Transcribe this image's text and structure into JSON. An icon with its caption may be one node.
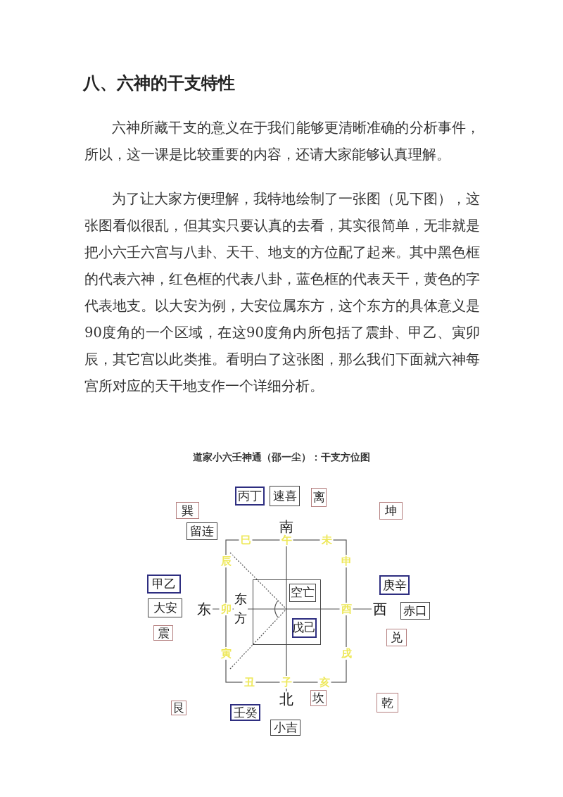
{
  "diagram": {
    "title": "八、六神的干支特性",
    "caption": "道家小六壬神通（邵一尘）：干支方位图",
    "nodes": [
      {
        "text": [
          "丙丁"
        ]
      },
      {
        "text": [
          "速喜"
        ]
      },
      {
        "text": [
          "离"
        ]
      },
      {
        "text": [
          "巽"
        ]
      },
      {
        "text": [
          "坤"
        ]
      },
      {
        "text": [
          "留连"
        ]
      },
      {
        "text": [
          "甲乙"
        ]
      },
      {
        "text": [
          "庚辛"
        ]
      },
      {
        "text": [],
        "shape": "box"
      },
      {
        "text": [
          "空亡"
        ],
        "in": 8
      },
      {
        "text": [
          "大安"
        ]
      },
      {
        "text": [
          "赤口"
        ]
      },
      {
        "text": [
          "戊己"
        ],
        "in": 8
      },
      {
        "text": [
          "震"
        ]
      },
      {
        "text": [
          "兑"
        ]
      },
      {
        "text": [
          "坎"
        ]
      },
      {
        "text": [
          "乾"
        ]
      },
      {
        "text": [
          "艮"
        ]
      },
      {
        "text": [
          "壬癸"
        ]
      },
      {
        "text": [
          "小吉"
        ]
      }
    ],
    "labels": [
      "六神所藏干支的意义在于我们能够更清晰准确的分析事件，所以，这一课是比较重要的内容，还请大家能够认真理解。",
      "为了让大家方便理解，我特地绘制了一张图（见下图），这张图看似很乱，但其实只要认真的去看，其实很简单，无非就是把小六壬六宫与八卦、天干、地支的方位配了起来。其中黑色框的代表六神，红色框的代表八卦，蓝色框的代表天干，黄色的字代表地支。以大安为例，大安位属东方，这个东方的具体意义是90度角的一个区域，在这90度角内所包括了震卦、甲乙、寅卯辰，其它宫以此类推。看明白了这张图，那么我们下面就六神每宫所对应的天干地支作一个详细分析。",
      "南",
      "巳",
      "午",
      "未",
      "辰",
      "申",
      "东",
      "卯",
      "东方",
      "酉",
      "西",
      "寅",
      "戌",
      "丑",
      "子",
      "亥",
      "北"
    ]
  }
}
